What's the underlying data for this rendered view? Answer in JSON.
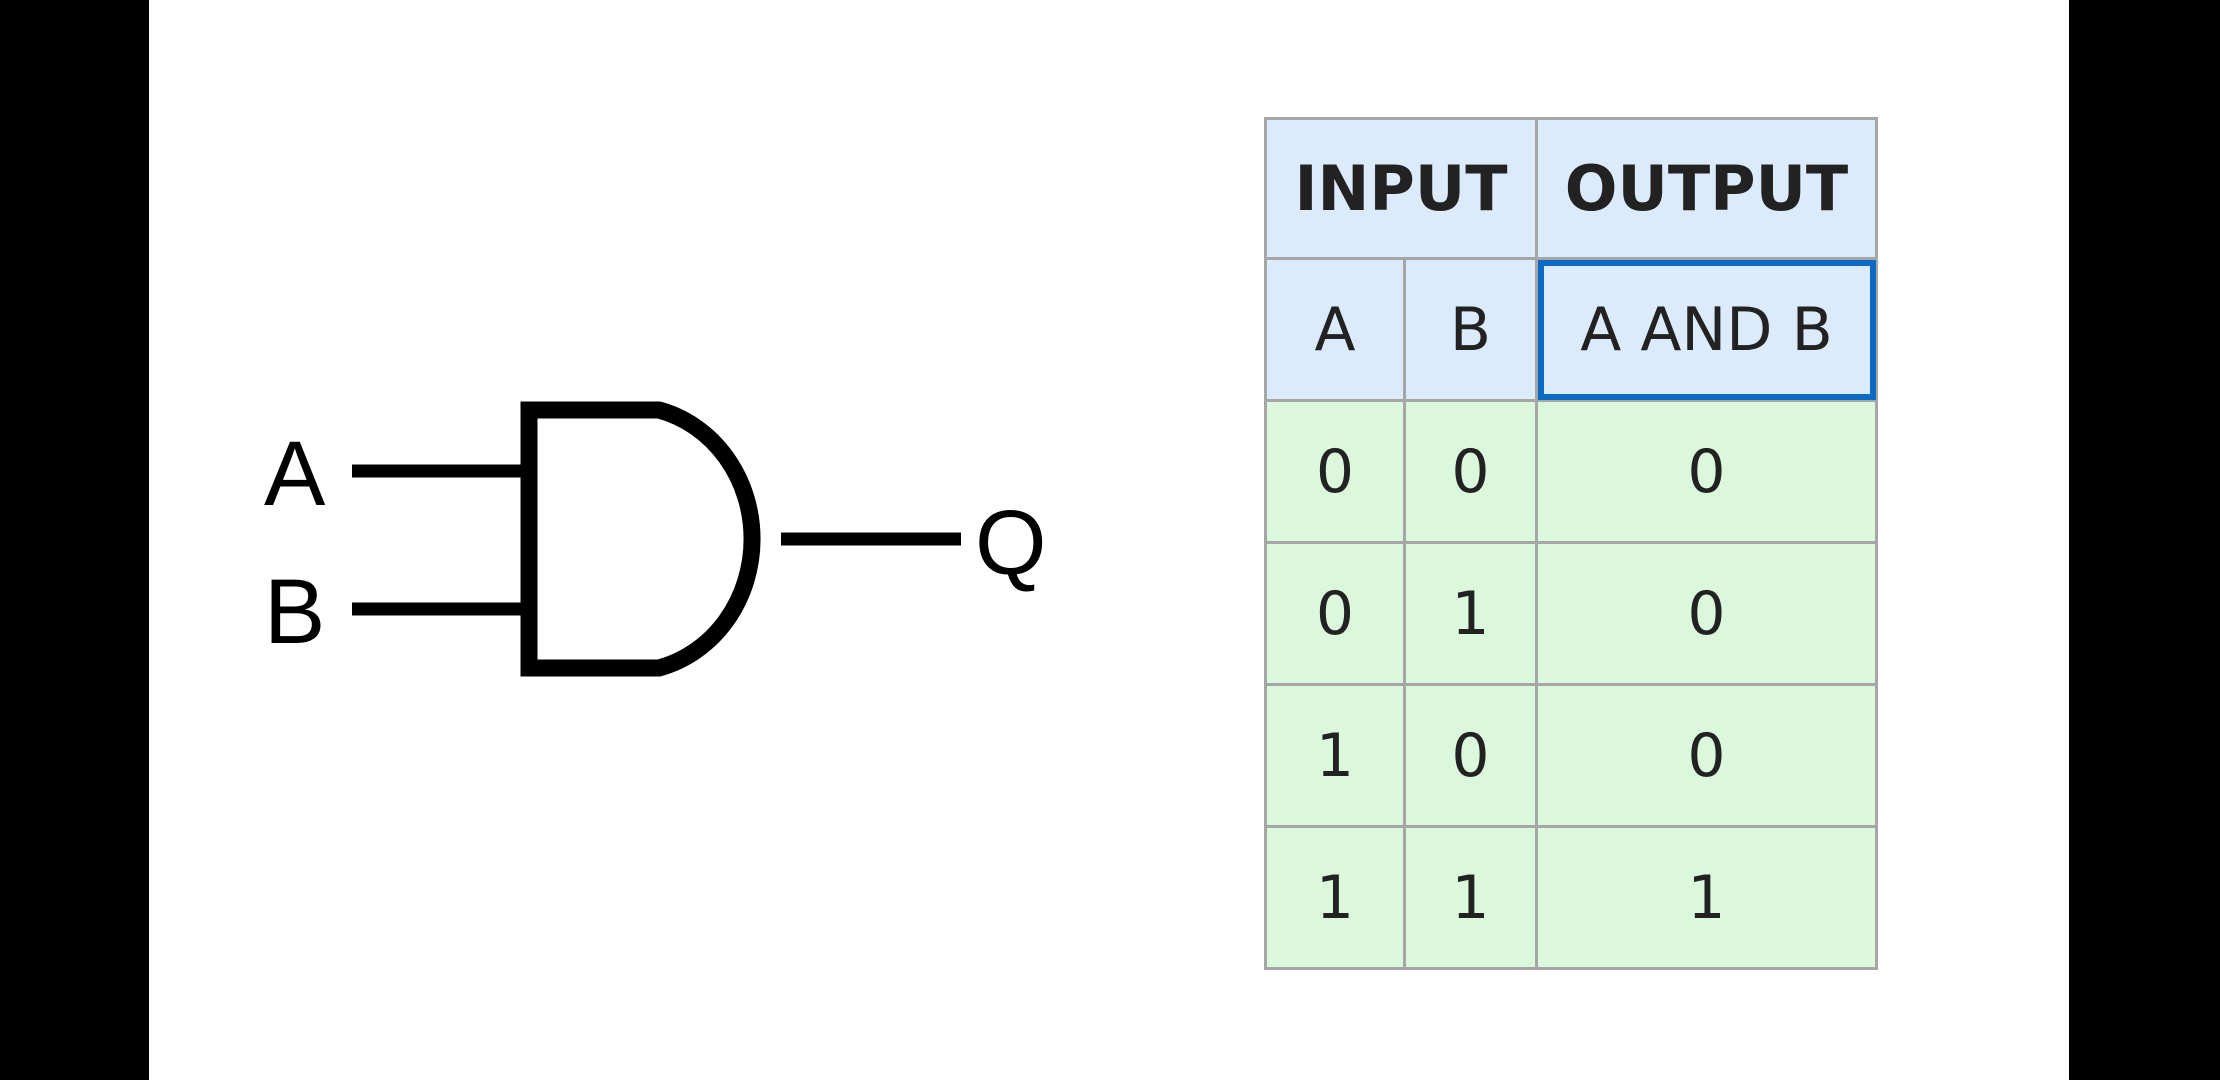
{
  "gate": {
    "input_a_label": "A",
    "input_b_label": "B",
    "output_label": "Q"
  },
  "truth_table": {
    "group_headers": {
      "input": "INPUT",
      "output": "OUTPUT"
    },
    "column_headers": [
      "A",
      "B",
      "A AND B"
    ],
    "rows": [
      [
        "0",
        "0",
        "0"
      ],
      [
        "0",
        "1",
        "0"
      ],
      [
        "1",
        "0",
        "0"
      ],
      [
        "1",
        "1",
        "1"
      ]
    ]
  },
  "colors": {
    "header_fill": "#dcebfb",
    "body_fill": "#dcf8dc",
    "selection_border": "#0b6bc4"
  }
}
